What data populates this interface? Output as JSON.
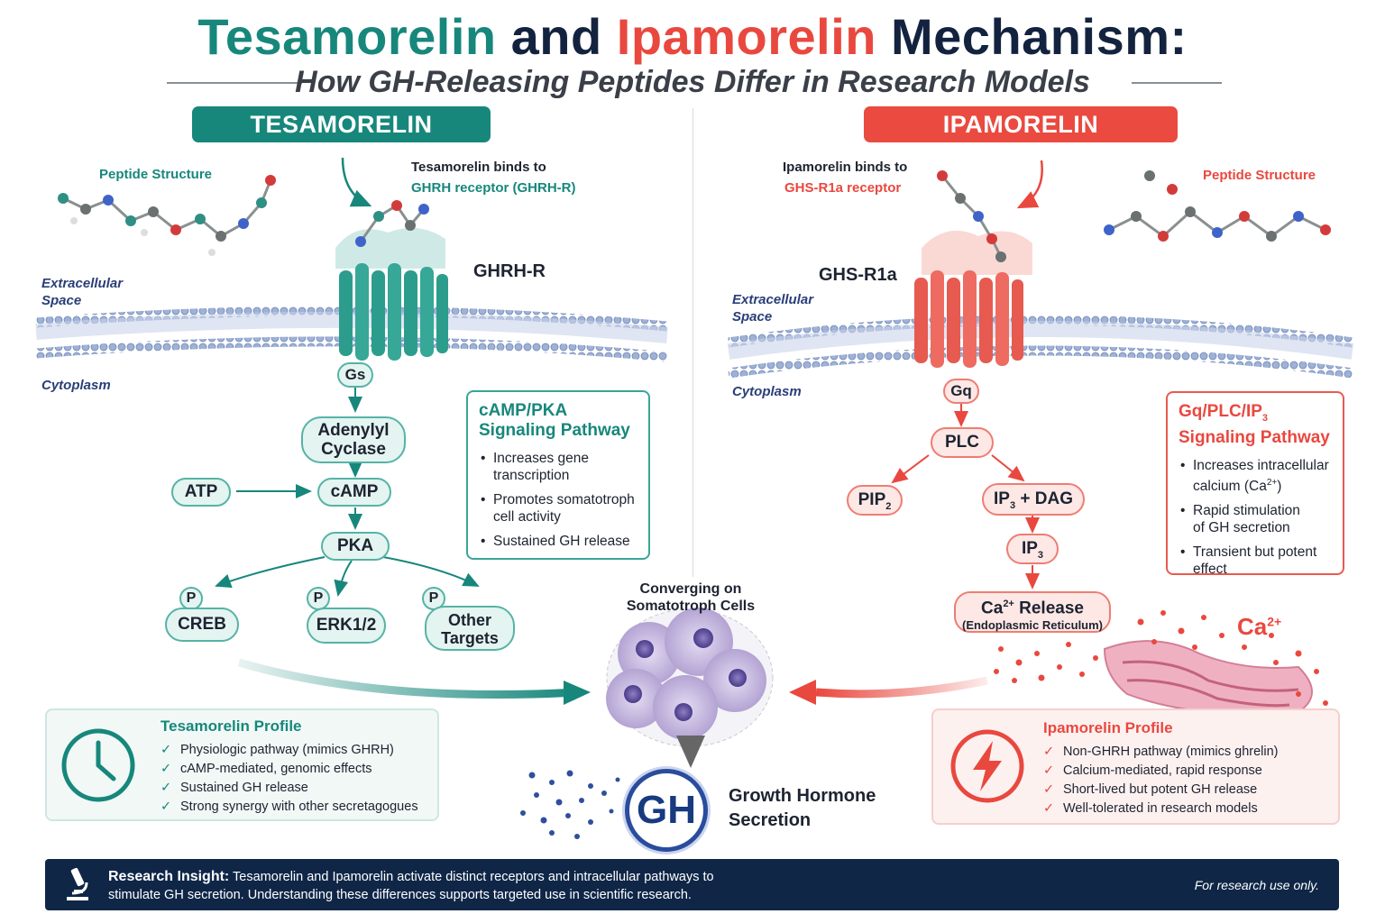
{
  "title": {
    "part1": "Tesamorelin",
    "part2": "and",
    "part3": "Ipamorelin",
    "part4": "Mechanism:"
  },
  "subtitle": "How GH-Releasing Peptides Differ in Research Models",
  "left": {
    "banner": "TESAMORELIN",
    "peptide_structure": "Peptide Structure",
    "binds_line1": "Tesamorelin binds to",
    "binds_line2": "GHRH receptor (GHRH-R)",
    "receptor": "GHRH-R",
    "extracellular": [
      "Extracellular",
      "Space"
    ],
    "cytoplasm": "Cytoplasm",
    "gprotein": "Gs",
    "nodes": {
      "adenylyl": [
        "Adenylyl",
        "Cyclase"
      ],
      "atp": "ATP",
      "camp": "cAMP",
      "pka": "PKA",
      "creb": "CREB",
      "erk": "ERK1/2",
      "other": [
        "Other",
        "Targets"
      ],
      "p": "P"
    },
    "pathway_box": {
      "title": [
        "cAMP/PKA",
        "Signaling Pathway"
      ],
      "items": [
        [
          "Increases gene",
          "transcription"
        ],
        [
          "Promotes somatotroph",
          "cell activity"
        ],
        [
          "Sustained GH release"
        ]
      ]
    },
    "profile": {
      "title": "Tesamorelin Profile",
      "items": [
        "Physiologic pathway (mimics GHRH)",
        "cAMP-mediated, genomic effects",
        "Sustained GH release",
        "Strong synergy with other secretagogues"
      ]
    },
    "color": "#17877c"
  },
  "right": {
    "banner": "IPAMORELIN",
    "peptide_structure": "Peptide Structure",
    "binds_line1": "Ipamorelin binds to",
    "binds_line2": "GHS-R1a receptor",
    "receptor": "GHS-R1a",
    "extracellular": [
      "Extracellular",
      "Space"
    ],
    "cytoplasm": "Cytoplasm",
    "gprotein": "Gq",
    "nodes": {
      "plc": "PLC",
      "pip2": "PIP",
      "pip2_sub": "2",
      "ip3dag": "IP",
      "ip3dag_sub": "3",
      "ip3dag_rest": " + DAG",
      "ip3": "IP",
      "ip3_sub": "3",
      "ca_release": "Ca",
      "ca_sup": "2+",
      "ca_release_rest": " Release",
      "er": "(Endoplasmic Reticulum)",
      "ca_label": "Ca",
      "ca_label_sup": "2+"
    },
    "pathway_box": {
      "title": [
        "Gq/PLC/IP",
        "3",
        "Signaling Pathway"
      ],
      "items": [
        [
          "Increases intracellular",
          "calcium (Ca",
          "2+",
          ")"
        ],
        [
          "Rapid stimulation",
          "of GH secretion"
        ],
        [
          "Transient but potent",
          "effect"
        ]
      ]
    },
    "profile": {
      "title": "Ipamorelin Profile",
      "items": [
        "Non-GHRH pathway (mimics ghrelin)",
        "Calcium-mediated, rapid response",
        "Short-lived but potent GH release",
        "Well-tolerated in research models"
      ]
    },
    "color": "#e9483f"
  },
  "center": {
    "converging": [
      "Converging on",
      "Somatotroph Cells"
    ],
    "gh": "GH",
    "gh_text": [
      "Growth Hormone",
      "Secretion"
    ]
  },
  "footer": {
    "label": "Research Insight:",
    "text": "Tesamorelin and Ipamorelin activate distinct receptors and intracellular pathways to stimulate GH secretion. Understanding these differences supports targeted use in scientific research.",
    "note": "For research use only."
  },
  "icons": {
    "left_profile": "clock-icon",
    "right_profile": "lightning-icon",
    "footer": "microscope-icon",
    "check": "check-icon"
  }
}
